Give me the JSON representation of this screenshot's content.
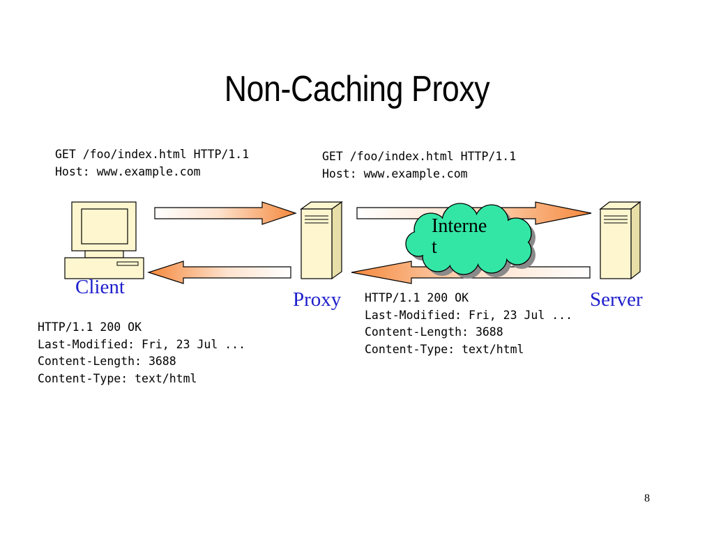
{
  "slide": {
    "title": "Non-Caching Proxy",
    "page_number": "8"
  },
  "nodes": {
    "client": "Client",
    "proxy": "Proxy",
    "server": "Server",
    "internet": "Interne\nt"
  },
  "messages": {
    "request_client_to_proxy": "GET /foo/index.html HTTP/1.1\nHost: www.example.com",
    "request_proxy_to_server": "GET /foo/index.html HTTP/1.1\nHost: www.example.com",
    "response_server_to_proxy": "HTTP/1.1 200 OK\nLast-Modified: Fri, 23 Jul ...\nContent-Length: 3688\nContent-Type: text/html",
    "response_proxy_to_client": "HTTP/1.1 200 OK\nLast-Modified: Fri, 23 Jul ...\nContent-Length: 3688\nContent-Type: text/html"
  },
  "colors": {
    "label_blue": "#1e1ecc",
    "arrow_orange": "#f5883c",
    "cloud_green": "#33e6a6",
    "computer_fill": "#fdf6cf"
  }
}
